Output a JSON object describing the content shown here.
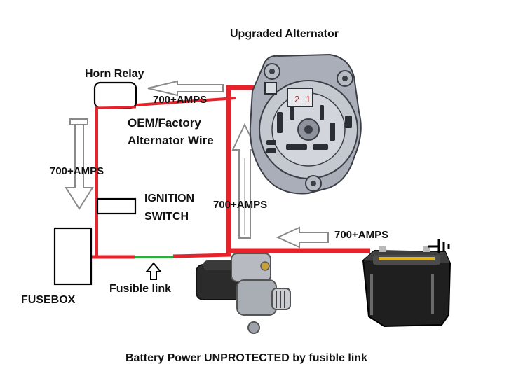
{
  "title": "Upgraded Alternator",
  "caption": "Battery Power UNPROTECTED by fusible link",
  "labels": {
    "horn_relay": "Horn Relay",
    "oem_wire_line1": "OEM/Factory",
    "oem_wire_line2": "Alternator Wire",
    "ignition_line1": "IGNITION",
    "ignition_line2": "SWITCH",
    "fusebox": "FUSEBOX",
    "fusible_link": "Fusible link"
  },
  "current_labels": {
    "top_arrow": "700+AMPS",
    "left_arrow": "700+AMPS",
    "center_arrow": "700+AMPS",
    "battery_arrow": "700+AMPS"
  },
  "alternator_terminal_marks": [
    "2",
    "1"
  ],
  "colors": {
    "power_wire": "#e8222a",
    "thin_wire": "#e8222a",
    "fusible_link": "#2fae3f",
    "outline": "#000000",
    "arrow_outline": "#8a8a8a",
    "component_gray": "#9ea3ad"
  },
  "icons": [
    "alternator-icon",
    "starter-motor-icon",
    "car-battery-icon",
    "ground-symbol-icon"
  ]
}
